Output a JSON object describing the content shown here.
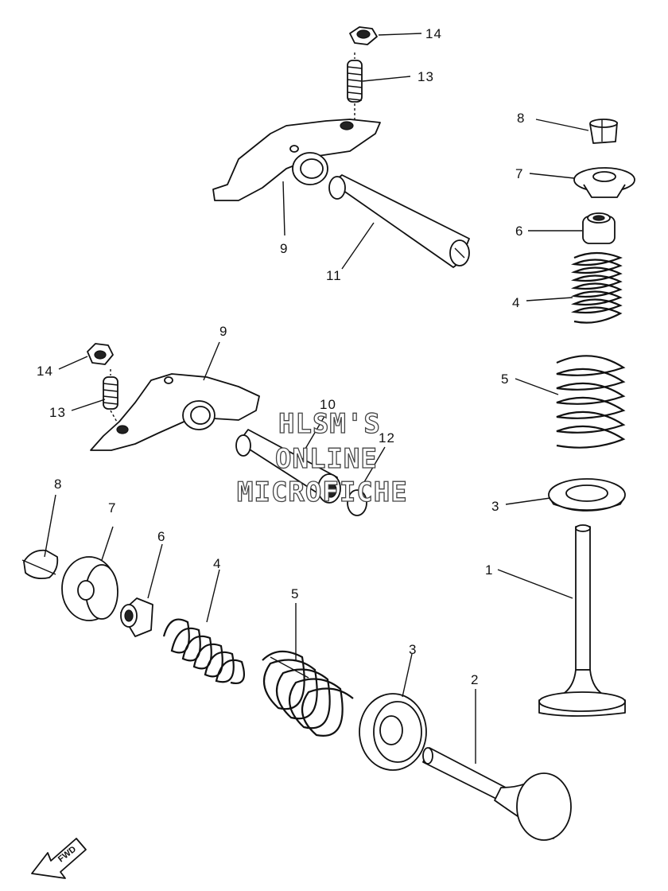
{
  "diagram": {
    "callouts": {
      "valve_right": "1",
      "valve_bottom": "2",
      "seat_right": "3",
      "seat_bottom": "3",
      "inner_spring_right": "4",
      "inner_spring_bottom": "4",
      "outer_spring_right": "5",
      "outer_spring_bottom": "5",
      "seal_right": "6",
      "seal_bottom": "6",
      "retainer_right": "7",
      "retainer_bottom": "7",
      "cotter_right": "8",
      "cotter_bottom": "8",
      "rocker_top": "9",
      "rocker_mid": "9",
      "shaft_mid": "10",
      "shaft_top": "11",
      "oring": "12",
      "screw_top": "13",
      "screw_mid": "13",
      "nut_top": "14",
      "nut_mid": "14"
    },
    "watermark": [
      "HLSM'S",
      "ONLINE",
      "MICROFICHE"
    ],
    "direction_badge": "FWD"
  }
}
